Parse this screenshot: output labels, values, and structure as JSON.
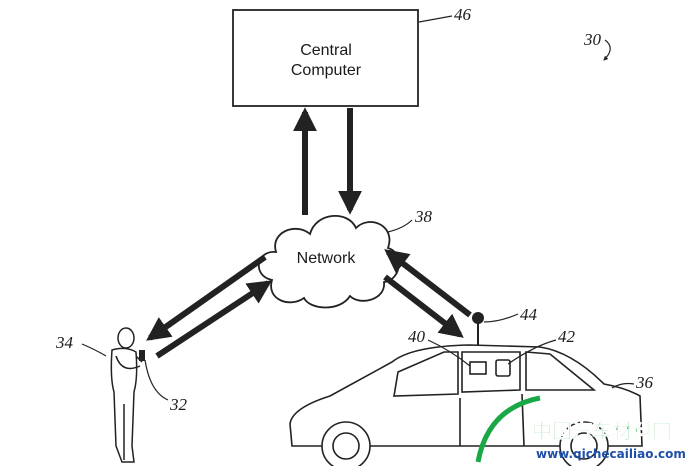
{
  "central_computer": {
    "line1": "Central",
    "line2": "Computer",
    "ref": "46"
  },
  "system_ref": "30",
  "network": {
    "label": "Network",
    "ref": "38"
  },
  "user": {
    "ref": "34",
    "device_ref": "32"
  },
  "vehicle": {
    "ref": "36",
    "antenna_ref": "44",
    "module_ref_a": "40",
    "module_ref_b": "42"
  },
  "watermark": {
    "cn": "中国汽车材料网",
    "url": "www.qichecailiao.com",
    "color_green": "#19a845",
    "color_blue": "#1f4fa8"
  }
}
